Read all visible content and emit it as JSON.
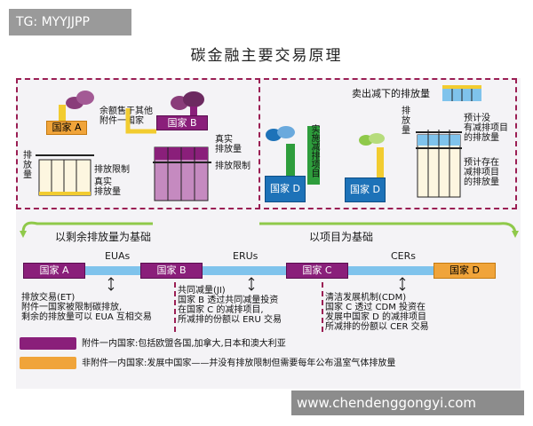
{
  "watermark_tag": "TG: MYYJJPP",
  "watermark_url": "www.chendenggongyi.com",
  "title": "碳金融主要交易原理",
  "top_left": {
    "country_a": "国家 A",
    "country_b": "国家 B",
    "sell_note": [
      "余额售于其他",
      "附件一国家"
    ],
    "emission_label": [
      "排",
      "放",
      "量"
    ],
    "limit_label": "排放限制",
    "actual_label": [
      "真实",
      "排放量"
    ],
    "b_actual": [
      "真实",
      "排放量"
    ],
    "b_limit": "排放限制"
  },
  "top_right": {
    "sell_reduction": "卖出减下的排放量",
    "emission_label": [
      "排",
      "放",
      "量"
    ],
    "project_label": "实施减排项目",
    "country_d1": "国家 D",
    "country_d2": "国家 D",
    "expected_without": [
      "预计没",
      "有减排项目",
      "的排放量"
    ],
    "expected_with": [
      "预计存在",
      "减排项目",
      "的排放量"
    ]
  },
  "basis": {
    "left": "以剩余排放量为基础",
    "right": "以项目为基础"
  },
  "flow": {
    "country_a": "国家 A",
    "country_b": "国家 B",
    "country_c": "国家 C",
    "country_d": "国家 D",
    "euas": "EUAs",
    "erus": "ERUs",
    "cers": "CERs"
  },
  "notes": {
    "et": [
      "排放交易(ET)",
      "附件一国家被限制碳排放,",
      "剩余的排放量可以 EUA 互相交易"
    ],
    "ji": [
      "共同减量(JI)",
      "国家 B 透过共同减量投资",
      "在国家 C 的减排项目,",
      "所减排的份额以 ERU 交易"
    ],
    "cdm": [
      "清洁发展机制(CDM)",
      "国家 C 透过 CDM 投资在",
      "发展中国家 D 的减排项目",
      "所减排的份额以 CER 交易"
    ]
  },
  "legend": {
    "annex1": "附件一内国家:包括欧盟各国,加拿大,日本和澳大利亚",
    "non_annex1": "非附件一内国家:发展中国家——并没有排放限制但需要每年公布温室气体排放量"
  },
  "colors": {
    "annex_purple": "#8a1f7a",
    "non_annex_orange": "#f0a43a",
    "dash_magenta": "#9b1f54",
    "arrow_green": "#8fc94a",
    "country_blue": "#1d72b8"
  }
}
